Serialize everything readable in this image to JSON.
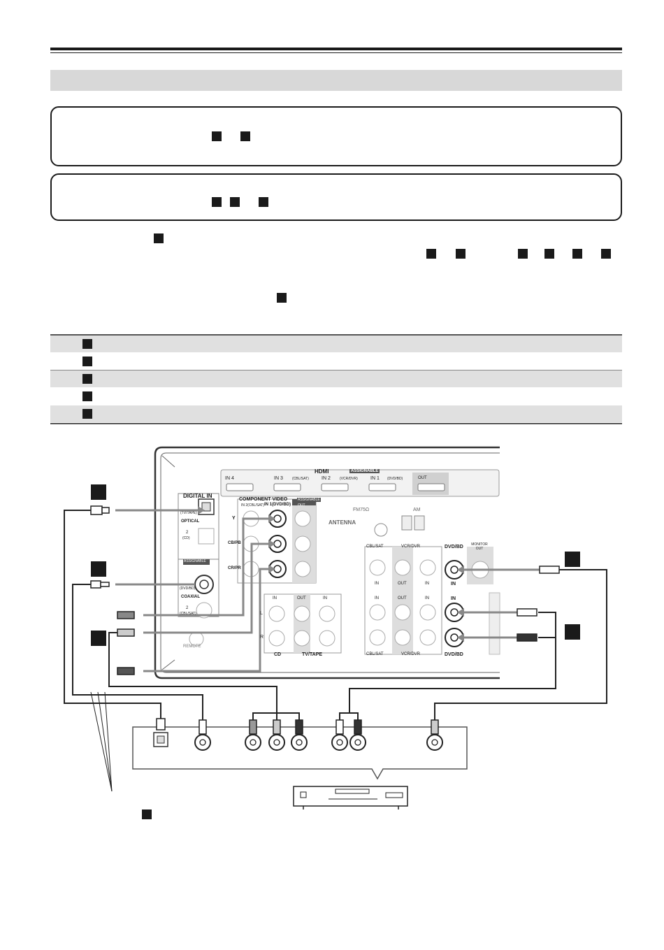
{
  "receiver": {
    "hdmi_title": "HDMI",
    "hdmi_assignable": "ASSIGNABLE",
    "hdmi_ports": [
      {
        "label": "IN 4",
        "sub": ""
      },
      {
        "label": "IN 3",
        "sub": "(CBL/SAT)"
      },
      {
        "label": "IN 2",
        "sub": "(VCR/DVR)"
      },
      {
        "label": "IN 1",
        "sub": "(DVD/BD)"
      }
    ],
    "hdmi_out": "OUT",
    "digital_in": "DIGITAL IN",
    "optical_1_sub": "(TV/TAPE)",
    "optical": "OPTICAL",
    "optical_2": "2",
    "optical_2_sub": "(CD)",
    "assignable": "ASSIGNABLE",
    "coaxial_1_sub": "(DVD/BD)",
    "coaxial": "COAXIAL",
    "coaxial_2": "2",
    "coaxial_2_sub": "(CBL/SAT)",
    "remote": "REMOTE",
    "component_video": "COMPONENT VIDEO",
    "component_assignable": "ASSIGNABLE",
    "component_in2": "IN 2(CBL/SAT)",
    "component_in1": "IN 1(DVD/BD)",
    "component_out": "OUT",
    "comp_y": "Y",
    "comp_cb": "CB/PB",
    "comp_cr": "CR/PR",
    "fm": "FM75Ω",
    "antenna": "ANTENNA",
    "am": "AM",
    "cd": "CD",
    "tv_tape": "TV/TAPE",
    "audio_in": "IN",
    "audio_out": "OUT",
    "audio_l": "L",
    "audio_r": "R",
    "cbl_sat_top": "CBL/SAT",
    "vcr_dvr_top": "VCR/DVR",
    "dvd_bd_top": "DVD/BD",
    "monitor_out": "MONITOR OUT",
    "cbl_sat_bottom": "CBL/SAT",
    "vcr_dvr_bottom": "VCR/DVR",
    "dvd_bd_bottom": "DVD/BD",
    "in_label": "IN",
    "out_label": "OUT"
  }
}
